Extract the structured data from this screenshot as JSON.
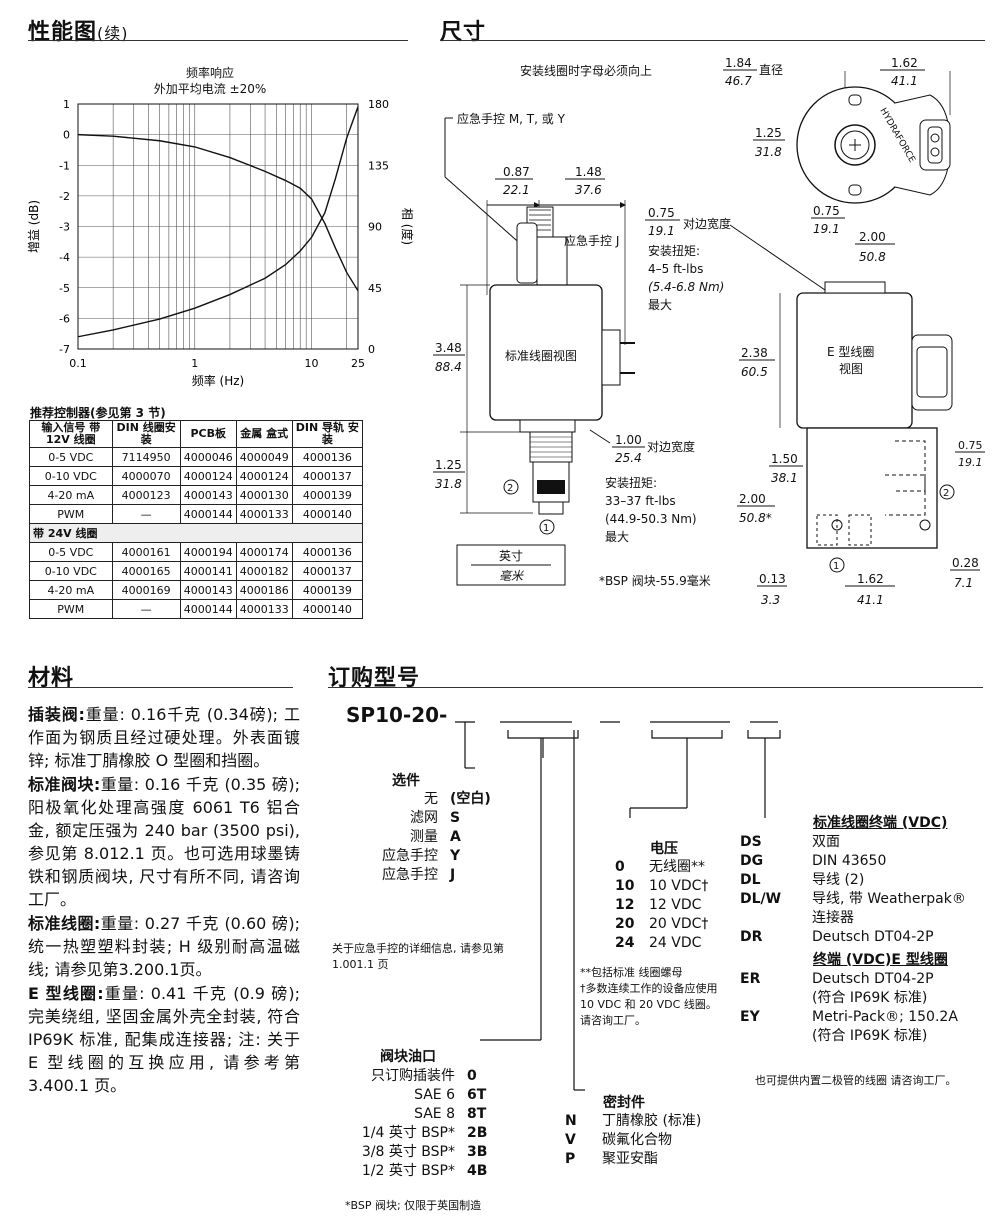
{
  "perf": {
    "title": "性能图",
    "title_suffix": "(续)",
    "chart_title1": "频率响应",
    "chart_title2": "外加平均电流 ±20%"
  },
  "chart_data": {
    "type": "line",
    "x_scale": "log",
    "xlabel": "频率 (Hz)",
    "ylabel": "增益 (dB)",
    "y2label": "相 (度)",
    "xlim": [
      0.1,
      25
    ],
    "ylim": [
      -7,
      1
    ],
    "y2lim": [
      0,
      180
    ],
    "x_ticks": [
      "0.1",
      "1",
      "10",
      "25"
    ],
    "y_ticks": [
      "1",
      "0",
      "-1",
      "-2",
      "-3",
      "-4",
      "-5",
      "-6",
      "-7"
    ],
    "y2_ticks": [
      "180",
      "135",
      "90",
      "45",
      "0"
    ],
    "grid": true,
    "series": [
      {
        "axis": "left",
        "x": [
          0.1,
          0.2,
          0.5,
          1,
          2,
          4,
          6,
          8,
          10,
          13,
          16,
          20,
          25
        ],
        "y": [
          0,
          -0.05,
          -0.2,
          -0.4,
          -0.75,
          -1.2,
          -1.5,
          -1.75,
          -2.1,
          -2.9,
          -3.7,
          -4.5,
          -5.1
        ]
      },
      {
        "axis": "right",
        "x": [
          0.1,
          0.2,
          0.5,
          1,
          2,
          4,
          6,
          8,
          10,
          13,
          16,
          20,
          25
        ],
        "y": [
          9,
          14,
          22,
          30,
          40,
          52,
          62,
          72,
          82,
          100,
          125,
          155,
          178
        ]
      }
    ]
  },
  "controllers": {
    "title": "推荐控制器(参见第 3 节)",
    "headers": [
      "输入信号 带 12V 线圈",
      "DIN 线圈安装",
      "PCB板",
      "金属 盒式",
      "DIN 导轨 安装"
    ],
    "rows12": [
      [
        "0-5 VDC",
        "7114950",
        "4000046",
        "4000049",
        "4000136"
      ],
      [
        "0-10 VDC",
        "4000070",
        "4000124",
        "4000124",
        "4000137"
      ],
      [
        "4-20 mA",
        "4000123",
        "4000143",
        "4000130",
        "4000139"
      ],
      [
        "PWM",
        "—",
        "4000144",
        "4000133",
        "4000140"
      ]
    ],
    "sub24": "带 24V 线圈",
    "rows24": [
      [
        "0-5 VDC",
        "4000161",
        "4000194",
        "4000174",
        "4000136"
      ],
      [
        "0-10 VDC",
        "4000165",
        "4000141",
        "4000182",
        "4000137"
      ],
      [
        "4-20 mA",
        "4000169",
        "4000143",
        "4000186",
        "4000139"
      ],
      [
        "PWM",
        "—",
        "4000144",
        "4000133",
        "4000140"
      ]
    ]
  },
  "dims": {
    "title": "尺寸",
    "note_top": "安装线圈时字母必须向上",
    "override_mty": "应急手控 M, T, 或 Y",
    "override_j": "应急手控 J",
    "d087_in": "0.87",
    "d087_mm": "22.1",
    "d148_in": "1.48",
    "d148_mm": "37.6",
    "d075_in": "0.75",
    "d075_mm": "19.1",
    "across_flats": "对边宽度",
    "torque1": "安装扭矩:",
    "torque1_v1": "4–5 ft-lbs",
    "torque1_v2": "(5.4-6.8 Nm)",
    "max": "最大",
    "std_coil_view": "标准线圈视图",
    "d348_in": "3.48",
    "d348_mm": "88.4",
    "d100_in": "1.00",
    "d100_mm": "25.4",
    "d125_in": "1.25",
    "d125_mm": "31.8",
    "torque2": "安装扭矩:",
    "torque2_v1": "33–37 ft-lbs",
    "torque2_v2": "(44.9-50.3 Nm)",
    "legend_in": "英寸",
    "legend_mm": "毫米",
    "bsp_note": "*BSP 阀块-55.9毫米",
    "d184_in": "1.84",
    "d184_mm": "46.7",
    "diameter": "直径",
    "d162_in": "1.62",
    "d162_mm": "41.1",
    "d125b_in": "1.25",
    "d125b_mm": "31.8",
    "d075b_in": "0.75",
    "d075b_mm": "19.1",
    "d200_in": "2.00",
    "d200_mm": "50.8",
    "hydraforce": "HYDRAFORCE",
    "e_coil1": "E 型线圈",
    "e_coil2": "视图",
    "d238_in": "2.38",
    "d238_mm": "60.5",
    "d150_in": "1.50",
    "d150_mm": "38.1",
    "d200b_in": "2.00",
    "d200b_mm": "50.8*",
    "d075c_in": "0.75",
    "d075c_mm": "19.1",
    "d013_in": "0.13",
    "d013_mm": "3.3",
    "d162b_in": "1.62",
    "d162b_mm": "41.1",
    "d028_in": "0.28",
    "d028_mm": "7.1",
    "port1": "1",
    "port2": "2"
  },
  "materials": {
    "title": "材料",
    "items": [
      {
        "label": "插装阀:",
        "text": "重量: 0.16千克 (0.34磅); 工作面为钢质且经过硬处理。外表面镀锌; 标准丁腈橡胶 O 型圈和挡圈。"
      },
      {
        "label": "标准阀块:",
        "text": "重量: 0.16 千克 (0.35 磅); 阳极氧化处理高强度 6061 T6 铝合金, 额定压强为 240 bar (3500 psi), 参见第 8.012.1 页。也可选用球墨铸铁和钢质阀块, 尺寸有所不同, 请咨询工厂。"
      },
      {
        "label": "标准线圈:",
        "text": "重量: 0.27 千克 (0.60 磅); 统一热塑塑料封装; H 级别耐高温磁线; 请参见第3.200.1页。"
      },
      {
        "label": "E 型线圈:",
        "text": "重量: 0.41 千克 (0.9 磅); 完美绕组, 坚固金属外壳全封装, 符合 IP69K 标准, 配集成连接器; 注: 关于 E 型线圈的互换应用, 请参考第 3.400.1 页。"
      }
    ]
  },
  "ordering": {
    "title": "订购型号",
    "code": "SP10-20-",
    "options_title": "选件",
    "options": [
      {
        "name": "无",
        "code": "(空白)"
      },
      {
        "name": "滤网",
        "code": "S"
      },
      {
        "name": "测量",
        "code": "A"
      },
      {
        "name": "应急手控",
        "code": "Y"
      },
      {
        "name": "应急手控",
        "code": "J"
      }
    ],
    "override_note": "关于应急手控的详细信息, 请参见第1.001.1 页",
    "voltage_title": "电压",
    "voltages": [
      {
        "code": "0",
        "name": "无线圈**"
      },
      {
        "code": "10",
        "name": "10 VDC†"
      },
      {
        "code": "12",
        "name": "12 VDC"
      },
      {
        "code": "20",
        "name": "20 VDC†"
      },
      {
        "code": "24",
        "name": "24 VDC"
      }
    ],
    "voltage_note1": "**包括标准 线圈螺母",
    "voltage_note2": "†多数连续工作的设备应使用",
    "voltage_note3": "10 VDC 和 20 VDC 线圈。",
    "voltage_note4": "请咨询工厂。",
    "term_title": "标准线圈终端 (VDC)",
    "terms": [
      {
        "code": "DS",
        "name": "双面"
      },
      {
        "code": "DG",
        "name": "DIN 43650"
      },
      {
        "code": "DL",
        "name": "导线 (2)"
      },
      {
        "code": "DL/W",
        "name": "导线, 带 Weatherpak®"
      },
      {
        "code": "",
        "name": "连接器"
      },
      {
        "code": "DR",
        "name": "Deutsch DT04-2P"
      }
    ],
    "eterm_title": "终端 (VDC)E 型线圈",
    "eterms": [
      {
        "code": "ER",
        "name": "Deutsch DT04-2P"
      },
      {
        "code": "",
        "name": "(符合 IP69K 标准)"
      },
      {
        "code": "EY",
        "name": "Metri-Pack®; 150.2A"
      },
      {
        "code": "",
        "name": "(符合 IP69K 标准)"
      }
    ],
    "diode_note": "也可提供内置二极管的线圈 请咨询工厂。",
    "port_title": "阀块油口",
    "ports": [
      {
        "name": "只订购插装件",
        "code": "0"
      },
      {
        "name": "SAE 6",
        "code": "6T"
      },
      {
        "name": "SAE 8",
        "code": "8T"
      },
      {
        "name": "1/4 英寸 BSP*",
        "code": "2B"
      },
      {
        "name": "3/8 英寸 BSP*",
        "code": "3B"
      },
      {
        "name": "1/2 英寸 BSP*",
        "code": "4B"
      }
    ],
    "port_note": "*BSP 阀块; 仅限于英国制造",
    "seal_title": "密封件",
    "seals": [
      {
        "code": "N",
        "name": "丁腈橡胶 (标准)"
      },
      {
        "code": "V",
        "name": "碳氟化合物"
      },
      {
        "code": "P",
        "name": "聚亚安酯"
      }
    ]
  }
}
